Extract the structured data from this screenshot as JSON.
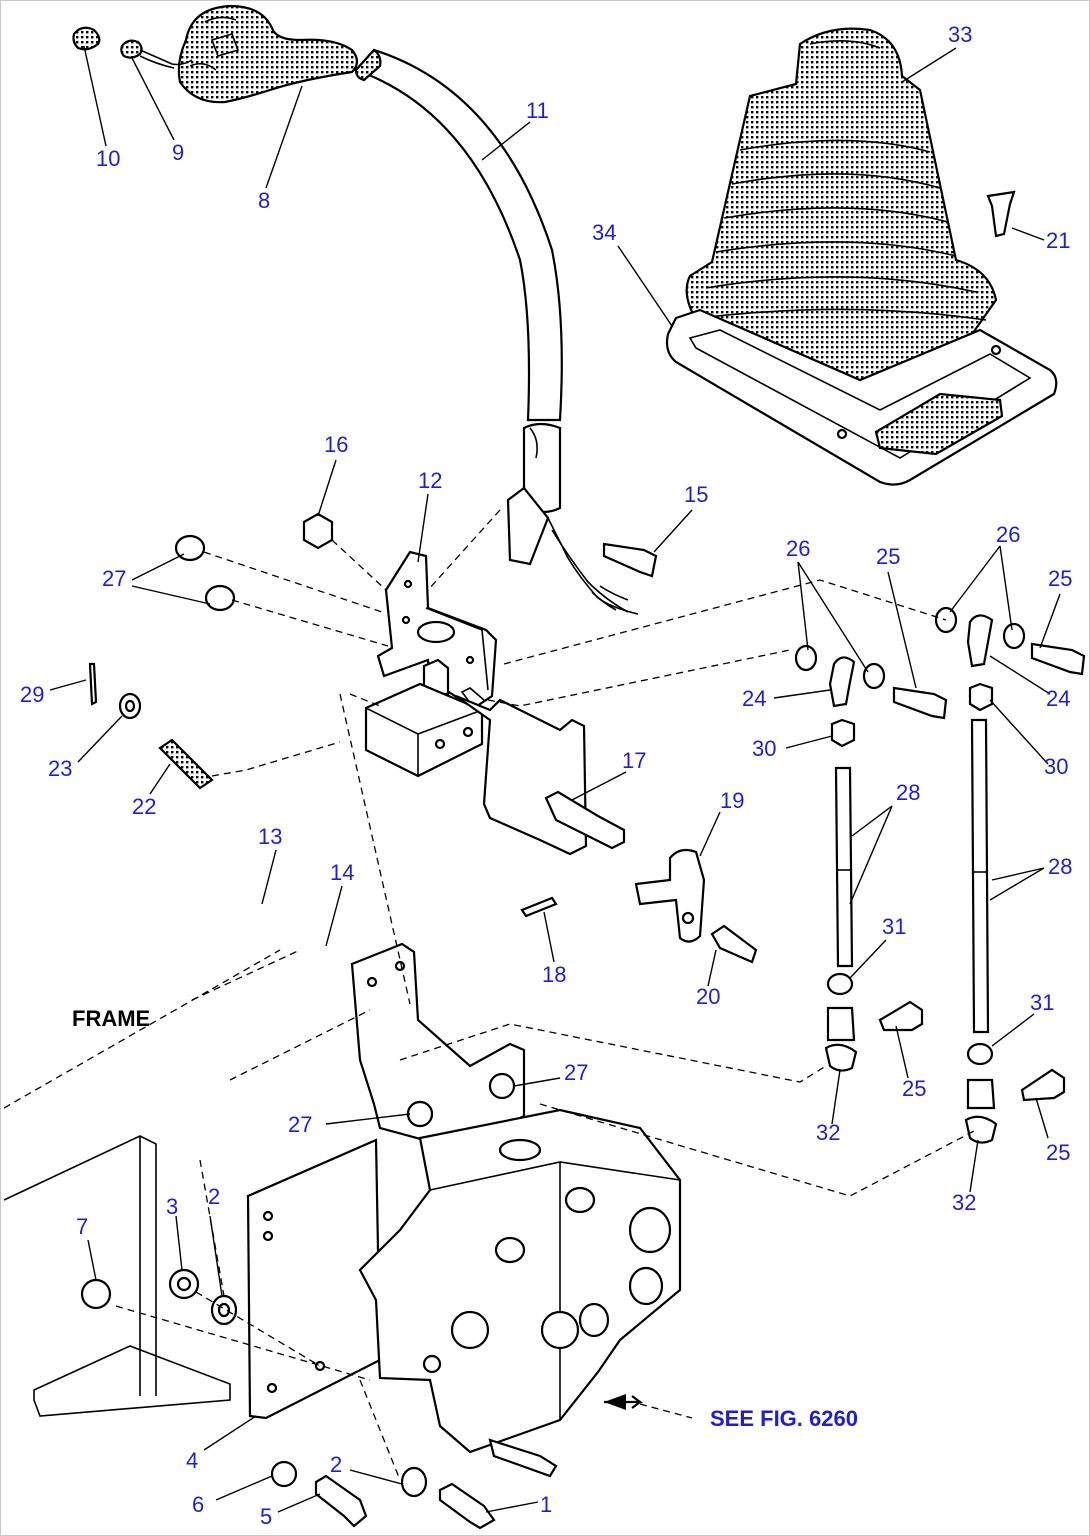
{
  "title_note": "",
  "labels": {
    "frame": "FRAME",
    "see_fig": "SEE FIG. 6260",
    "n1": "1",
    "n2a": "2",
    "n2b": "2",
    "n3": "3",
    "n4": "4",
    "n5": "5",
    "n6": "6",
    "n7": "7",
    "n8": "8",
    "n9": "9",
    "n10": "10",
    "n11": "11",
    "n12": "12",
    "n13": "13",
    "n14": "14",
    "n15": "15",
    "n16": "16",
    "n17": "17",
    "n18": "18",
    "n19": "19",
    "n20": "20",
    "n21": "21",
    "n22": "22",
    "n23": "23",
    "n24a": "24",
    "n24b": "24",
    "n25a": "25",
    "n25b": "25",
    "n25c": "25",
    "n25d": "25",
    "n26a": "26",
    "n26b": "26",
    "n27a": "27",
    "n27b": "27",
    "n27c": "27",
    "n28a": "28",
    "n28b": "28",
    "n29": "29",
    "n30a": "30",
    "n30b": "30",
    "n31a": "31",
    "n31b": "31",
    "n32a": "32",
    "n32b": "32",
    "n33": "33",
    "n34": "34"
  },
  "colors": {
    "label_blue": "#1f1fd1",
    "line": "#000000",
    "background": "#ffffff"
  }
}
